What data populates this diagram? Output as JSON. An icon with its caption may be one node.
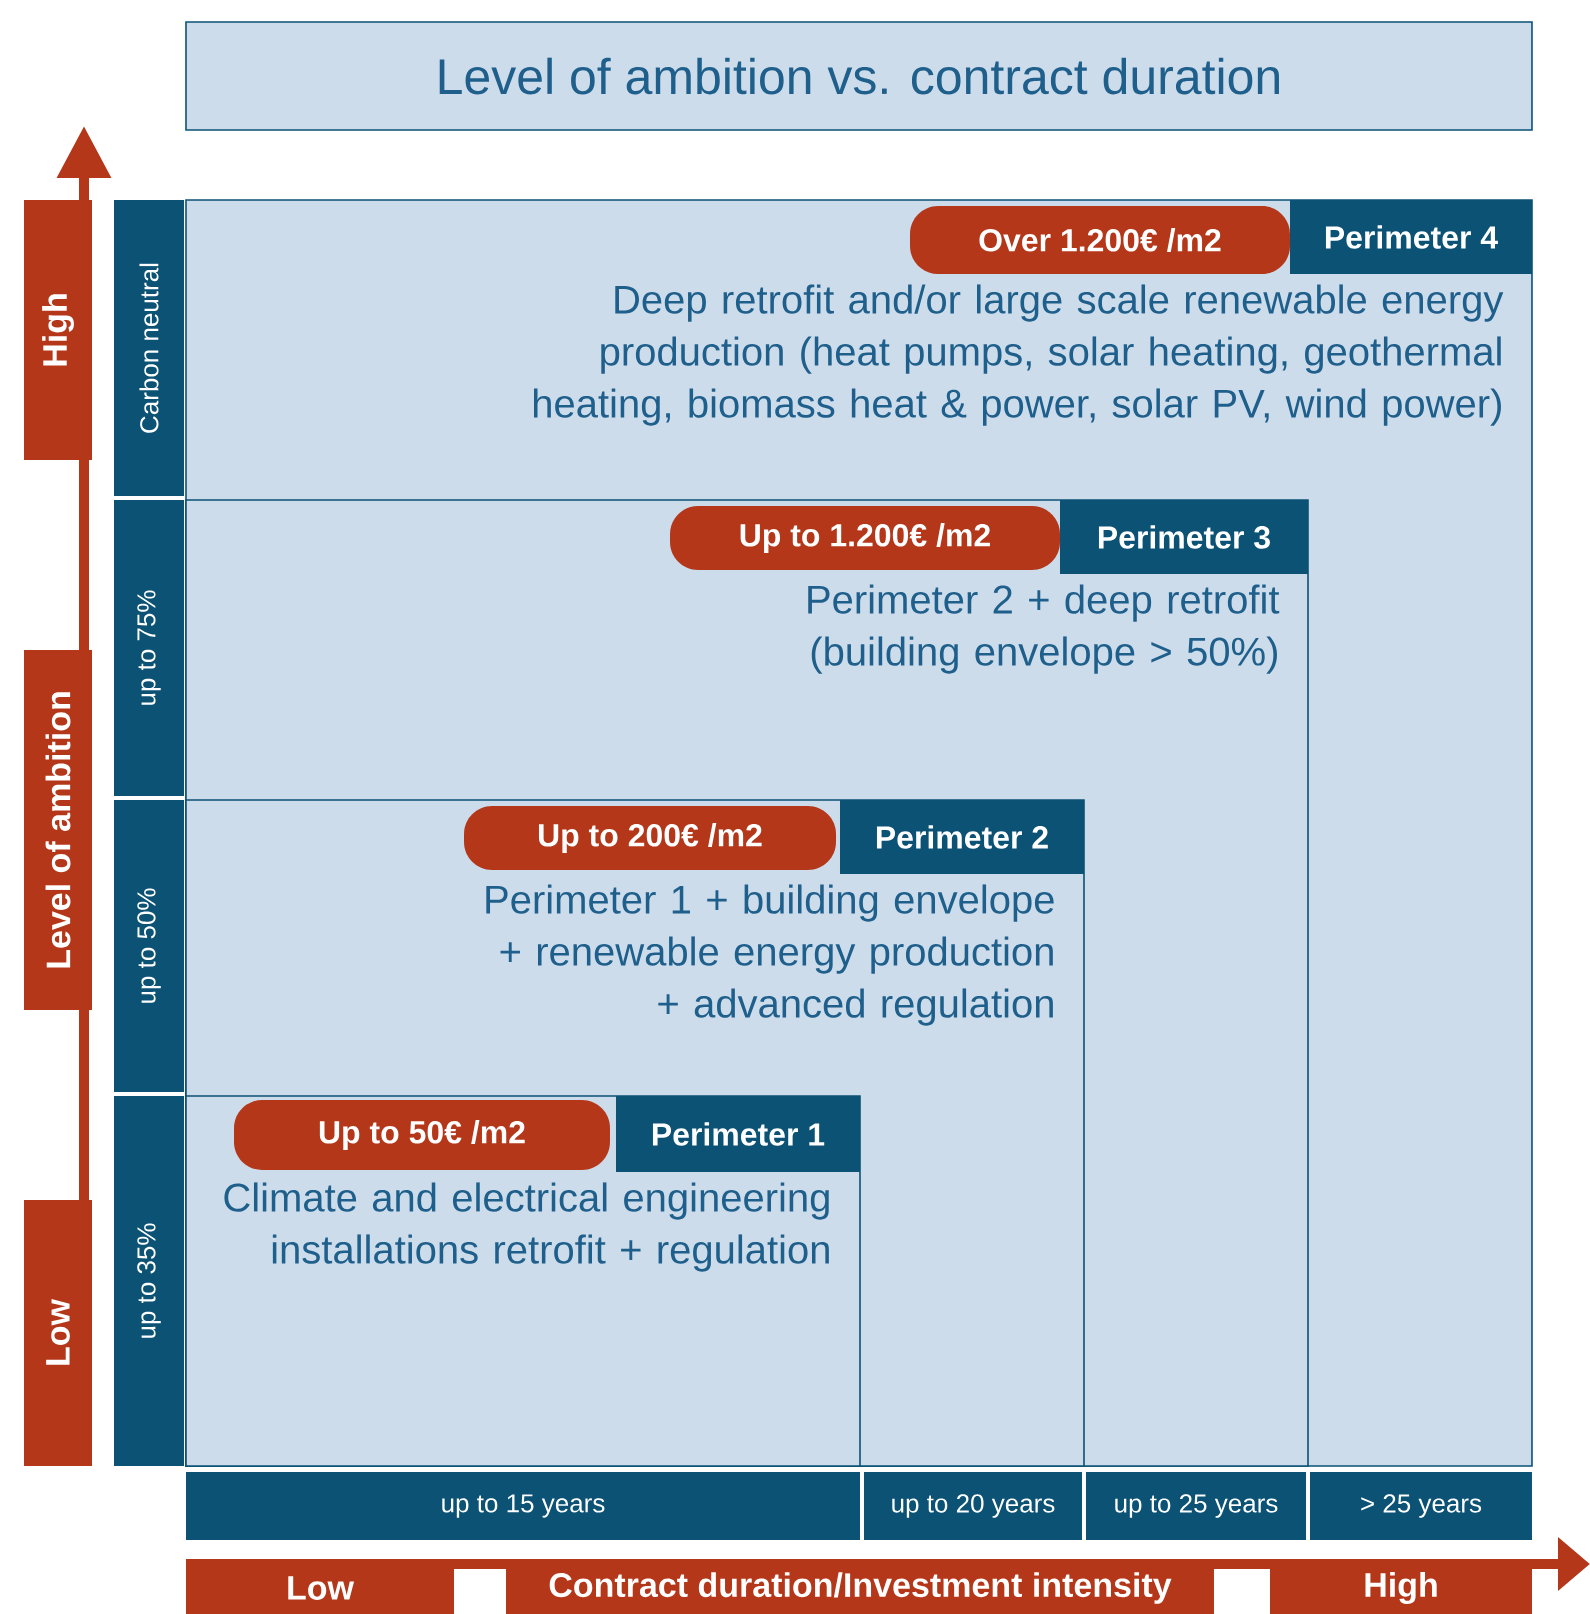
{
  "diagram": {
    "title": "Level of ambition vs. contract duration",
    "nodes": [
      {
        "text": [
          "Deep retrofit and/or large scale renewable energy production (heat pumps, solar heating, geothermal heating, biomass heat & power, solar PV, wind power)"
        ]
      },
      {
        "text": [
          "Over 1.200€ /m2"
        ],
        "in": 0
      },
      {
        "text": [
          "Perimeter 4"
        ],
        "in": 0
      },
      {
        "text": [
          "Perimeter 2 + deep retrofit (building envelope > 50%)"
        ],
        "in": 0
      },
      {
        "text": [
          "Up to 1.200€ /m2"
        ],
        "in": 3
      },
      {
        "text": [
          "Perimeter 3"
        ],
        "in": 3
      },
      {
        "text": [
          "Perimeter 1 + building envelope + renewable energy production + advanced regulation"
        ],
        "in": 3
      },
      {
        "text": [
          "Up to 200€ /m2"
        ],
        "in": 6
      },
      {
        "text": [
          "Perimeter 2"
        ],
        "in": 6
      },
      {
        "text": [
          "Climate and electrical engineering installations retrofit + regulation"
        ],
        "in": 6
      },
      {
        "text": [
          "Up to 50€ /m2"
        ],
        "in": 9
      },
      {
        "text": [
          "Perimeter 1"
        ],
        "in": 9
      },
      {
        "text": [
          "High"
        ]
      },
      {
        "text": [
          "Level of ambition"
        ]
      },
      {
        "text": [
          "Low"
        ]
      },
      {
        "text": [
          "Carbon neutral"
        ]
      },
      {
        "text": [
          "up to 75%"
        ]
      },
      {
        "text": [
          "up to 50%"
        ]
      },
      {
        "text": [
          "up to 35%"
        ]
      },
      {
        "text": [
          "up to 15 years"
        ]
      },
      {
        "text": [
          "up to 20 years"
        ]
      },
      {
        "text": [
          "up to 25 years"
        ]
      },
      {
        "text": [
          "> 25 years"
        ]
      },
      {
        "text": [
          "Low"
        ]
      },
      {
        "text": [
          "Contract duration/Investment intensity"
        ]
      },
      {
        "text": [
          "High"
        ]
      }
    ]
  }
}
